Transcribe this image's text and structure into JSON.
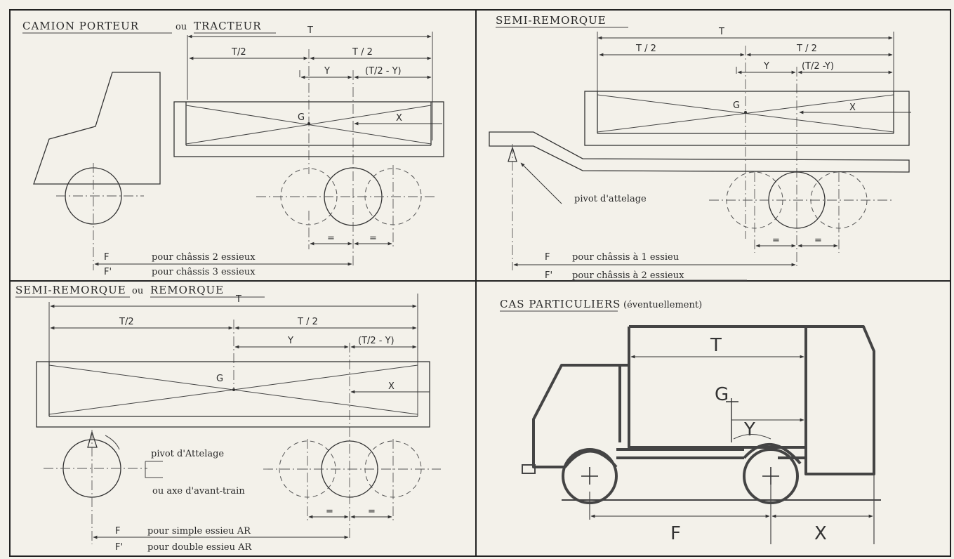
{
  "panels": {
    "truck": {
      "title_main": "CAMION PORTEUR",
      "title_ou": "ou",
      "title_alt": "TRACTEUR",
      "lbl_T": "T",
      "lbl_T2_left": "T/2",
      "lbl_T2_right": "T / 2",
      "lbl_Y": "Y",
      "lbl_TY": "(T/2 - Y)",
      "lbl_X": "X",
      "lbl_G": "G",
      "lbl_eq1": "=",
      "lbl_eq2": "=",
      "lbl_F": "F",
      "lbl_F2": "F'",
      "txt_F": "pour châssis 2 essieux",
      "txt_F2": "pour châssis 3 essieux"
    },
    "semi": {
      "title": "SEMI-REMORQUE",
      "lbl_T": "T",
      "lbl_T2_left": "T / 2",
      "lbl_T2_right": "T / 2",
      "lbl_Y": "Y",
      "lbl_TY": "(T/2 -Y)",
      "lbl_X": "X",
      "lbl_G": "G",
      "lbl_eq1": "=",
      "lbl_eq2": "=",
      "pivot": "pivot d'attelage",
      "lbl_F": "F",
      "lbl_F2": "F'",
      "txt_F": "pour châssis à 1 essieu",
      "txt_F2": "pour châssis à 2 essieux"
    },
    "trailer": {
      "title_main": "SEMI-REMORQUE",
      "title_ou": "ou",
      "title_alt": "REMORQUE",
      "lbl_T": "T",
      "lbl_T2_left": "T/2",
      "lbl_T2_right": "T / 2",
      "lbl_Y": "Y",
      "lbl_TY": "(T/2 - Y)",
      "lbl_X": "X",
      "lbl_G": "G",
      "lbl_eq1": "=",
      "lbl_eq2": "=",
      "pivot": "pivot d'Attelage",
      "axe": "ou axe d'avant-train",
      "lbl_F": "F",
      "lbl_F2": "F'",
      "txt_F": "pour simple essieu AR",
      "txt_F2": "pour double essieu AR"
    },
    "special": {
      "title": "CAS PARTICULIERS",
      "title_note": "(éventuellement)",
      "lbl_T": "T",
      "lbl_G": "G",
      "lbl_Y": "Y",
      "lbl_F": "F",
      "lbl_X": "X"
    }
  }
}
